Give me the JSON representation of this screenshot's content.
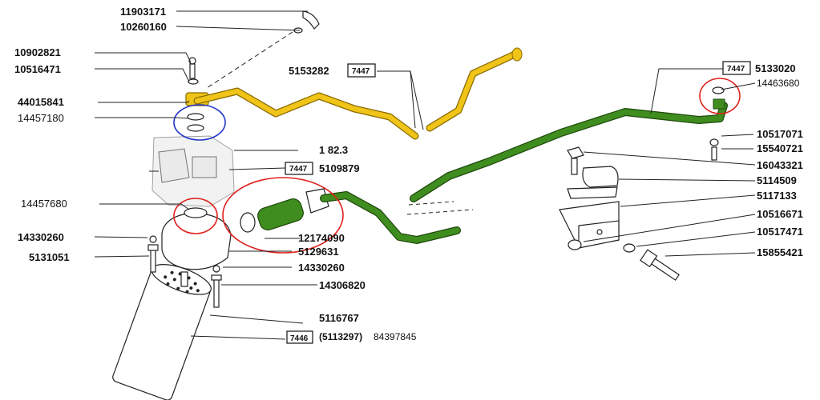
{
  "colors": {
    "fuel_line_yellow": "#f0c419",
    "fuel_line_yellow_edge": "#8a6b00",
    "fuel_line_green": "#3f8d1f",
    "fuel_line_green_edge": "#1f4a0c",
    "highlight_red": "#e0201b",
    "highlight_blue": "#2036c8"
  },
  "labels": {
    "p11903171": "11903171",
    "p10260160": "10260160",
    "p10902821": "10902821",
    "p10516471": "10516471",
    "p44015841": "44015841",
    "p14457180": "14457180",
    "p1823": "1 82.3",
    "p5109879": "5109879",
    "p14457680": "14457680",
    "p14330260a": "14330260",
    "p5131051": "5131051",
    "p12174090": "12174090",
    "p5129631": "5129631",
    "p14330260b": "14330260",
    "p14306820": "14306820",
    "p5116767": "5116767",
    "p5113297": "5113297",
    "p84397845": "84397845",
    "p5153282": "5153282",
    "p5133020": "5133020",
    "p14463680": "14463680",
    "p10517071": "10517071",
    "p15540721": "15540721",
    "p16043321": "16043321",
    "p5114509": "5114509",
    "p5117133": "5117133",
    "p10516671": "10516671",
    "p10517471": "10517471",
    "p15855421": "15855421"
  },
  "boxed_refs": {
    "ref_5153282": "7447",
    "ref_5109879": "7447",
    "ref_5133020": "7447",
    "ref_filter": "7446"
  }
}
